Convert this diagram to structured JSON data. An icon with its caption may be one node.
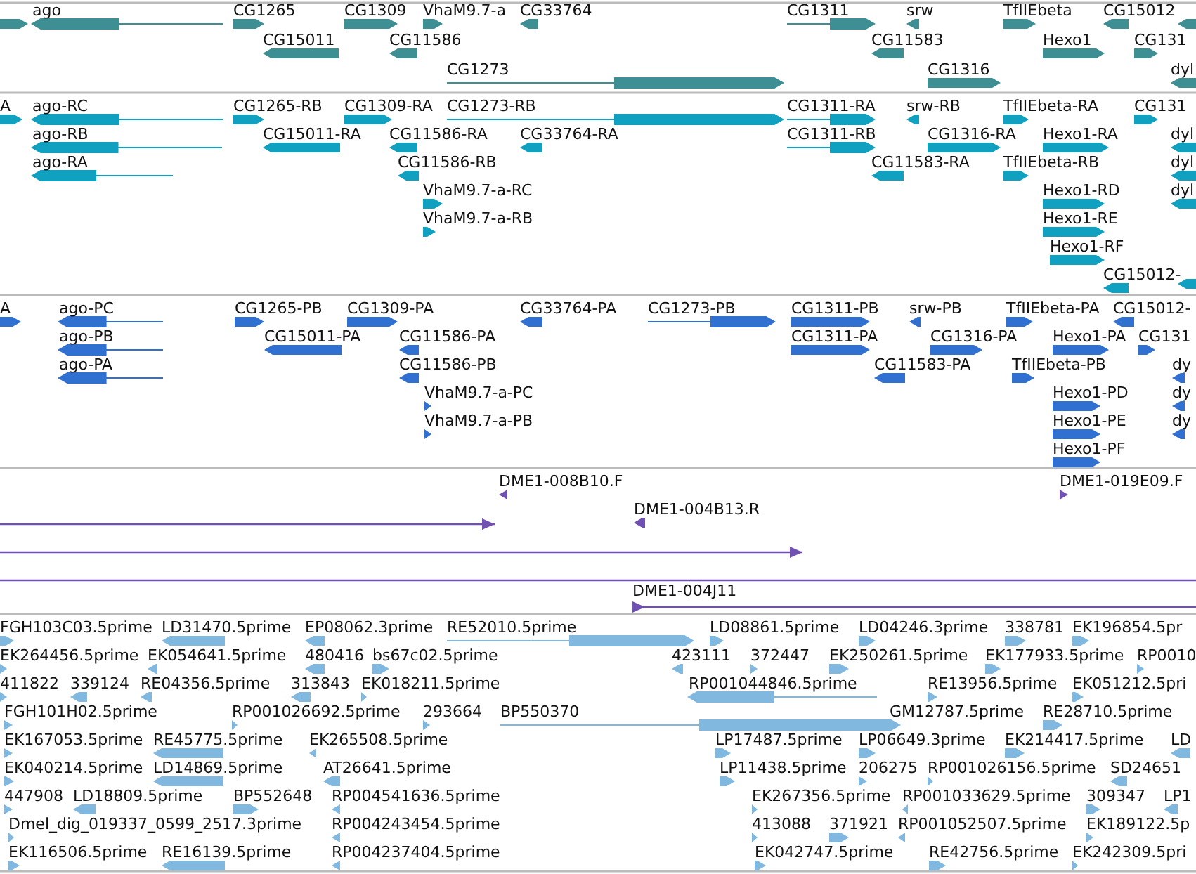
{
  "diagram": {
    "labels": [
      "ago",
      "CG1265",
      "CG1309",
      "VhaM9.7-a",
      "CG33764",
      "CG1311",
      "srw",
      "TfIIEbeta",
      "CG15012",
      "CG15011",
      "CG11586",
      "CG11583",
      "Hexo1",
      "CG131",
      "CG1273",
      "CG1316",
      "dyl",
      "A",
      "ago-RC",
      "CG1265-RB",
      "CG1309-RA",
      "CG1273-RB",
      "CG1311-RA",
      "srw-RB",
      "TfIIEbeta-RA",
      "CG131",
      "ago-RB",
      "CG15011-RA",
      "CG11586-RA",
      "CG33764-RA",
      "CG1311-RB",
      "CG1316-RA",
      "Hexo1-RA",
      "dyl",
      "ago-RA",
      "CG11586-RB",
      "CG11583-RA",
      "TfIIEbeta-RB",
      "dyl",
      "VhaM9.7-a-RC",
      "Hexo1-RD",
      "dyl",
      "VhaM9.7-a-RB",
      "Hexo1-RE",
      "Hexo1-RF",
      "CG15012-",
      "A",
      "ago-PC",
      "CG1265-PB",
      "CG1309-PA",
      "CG33764-PA",
      "CG1273-PB",
      "CG1311-PB",
      "srw-PB",
      "TfIIEbeta-PA",
      "CG15012-",
      "ago-PB",
      "CG15011-PA",
      "CG11586-PA",
      "CG1311-PA",
      "CG1316-PA",
      "Hexo1-PA",
      "CG131",
      "ago-PA",
      "CG11586-PB",
      "CG11583-PA",
      "TfIIEbeta-PB",
      "dy",
      "VhaM9.7-a-PC",
      "Hexo1-PD",
      "dy",
      "VhaM9.7-a-PB",
      "Hexo1-PE",
      "dy",
      "Hexo1-PF",
      "DME1-008B10.F",
      "DME1-019E09.F",
      "DME1-004B13.R",
      "DME1-004J11",
      "FGH103C03.5prime",
      "LD31470.5prime",
      "EP08062.3prime",
      "RE52010.5prime",
      "LD08861.5prime",
      "LD04246.3prime",
      "338781",
      "EK196854.5pr",
      "EK264456.5prime",
      "EK054641.5prime",
      "480416",
      "bs67c02.5prime",
      "423111",
      "372447",
      "EK250261.5prime",
      "EK177933.5prime",
      "RP0010",
      "411822",
      "339124",
      "RE04356.5prime",
      "313843",
      "EK018211.5prime",
      "RP001044846.5prime",
      "RE13956.5prime",
      "EK051212.5pri",
      "FGH101H02.5prime",
      "RP001026692.5prime",
      "293664",
      "BP550370",
      "GM12787.5prime",
      "RE28710.5prime",
      "EK167053.5prime",
      "RE45775.5prime",
      "EK265508.5prime",
      "LP17487.5prime",
      "LP06649.3prime",
      "EK214417.5prime",
      "LD",
      "EK040214.5prime",
      "LD14869.5prime",
      "AT26641.5prime",
      "LP11438.5prime",
      "206275",
      "RP001026156.5prime",
      "SD24651",
      "447908",
      "LD18809.5prime",
      "BP552648",
      "RP004541636.5prime",
      "EK267356.5prime",
      "RP001033629.5prime",
      "309347",
      "LP1",
      "Dmel_dig_019337_0599_2517.3prime",
      "RP004243454.5prime",
      "413088",
      "371921",
      "RP001052507.5prime",
      "EK189122.5p",
      "EK116506.5prime",
      "RE16139.5prime",
      "RP004237404.5prime",
      "EK042747.5prime",
      "RE42756.5prime",
      "EK242309.5pri"
    ]
  }
}
